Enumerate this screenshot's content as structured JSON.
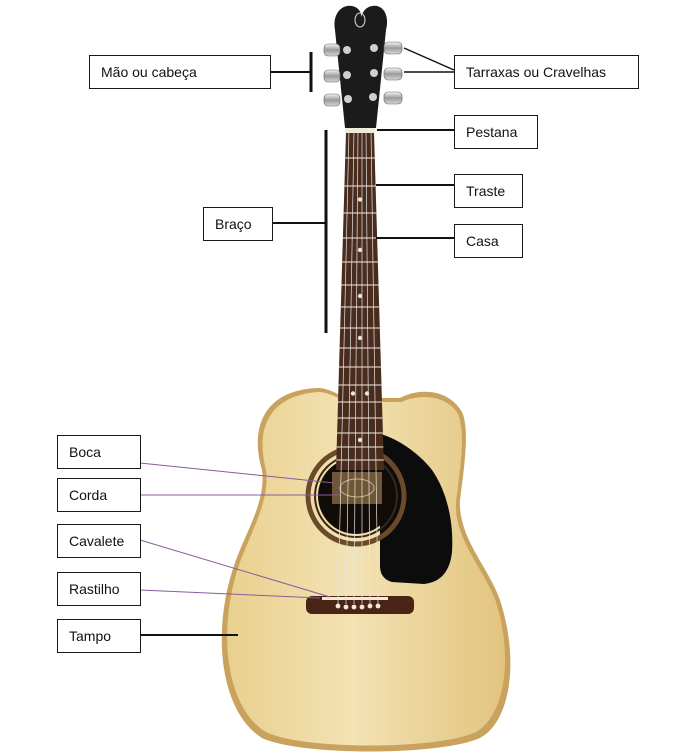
{
  "labels": {
    "headstock": "Mão ou cabeça",
    "tuners": "Tarraxas ou Cravelhas",
    "nut": "Pestana",
    "fret": "Traste",
    "fret_space": "Casa",
    "neck": "Braço",
    "soundhole": "Boca",
    "string": "Corda",
    "bridge": "Cavalete",
    "saddle": "Rastilho",
    "top": "Tampo"
  },
  "colors": {
    "wood_top": "#ead59c",
    "wood_edge": "#c9a35e",
    "fretboard": "#4a2c1e",
    "headstock": "#1b1b1b",
    "pickguard": "#0c0c0c",
    "bridge": "#4b2418",
    "leader_purple": "#8a5c9a",
    "leader_black": "#111111"
  }
}
